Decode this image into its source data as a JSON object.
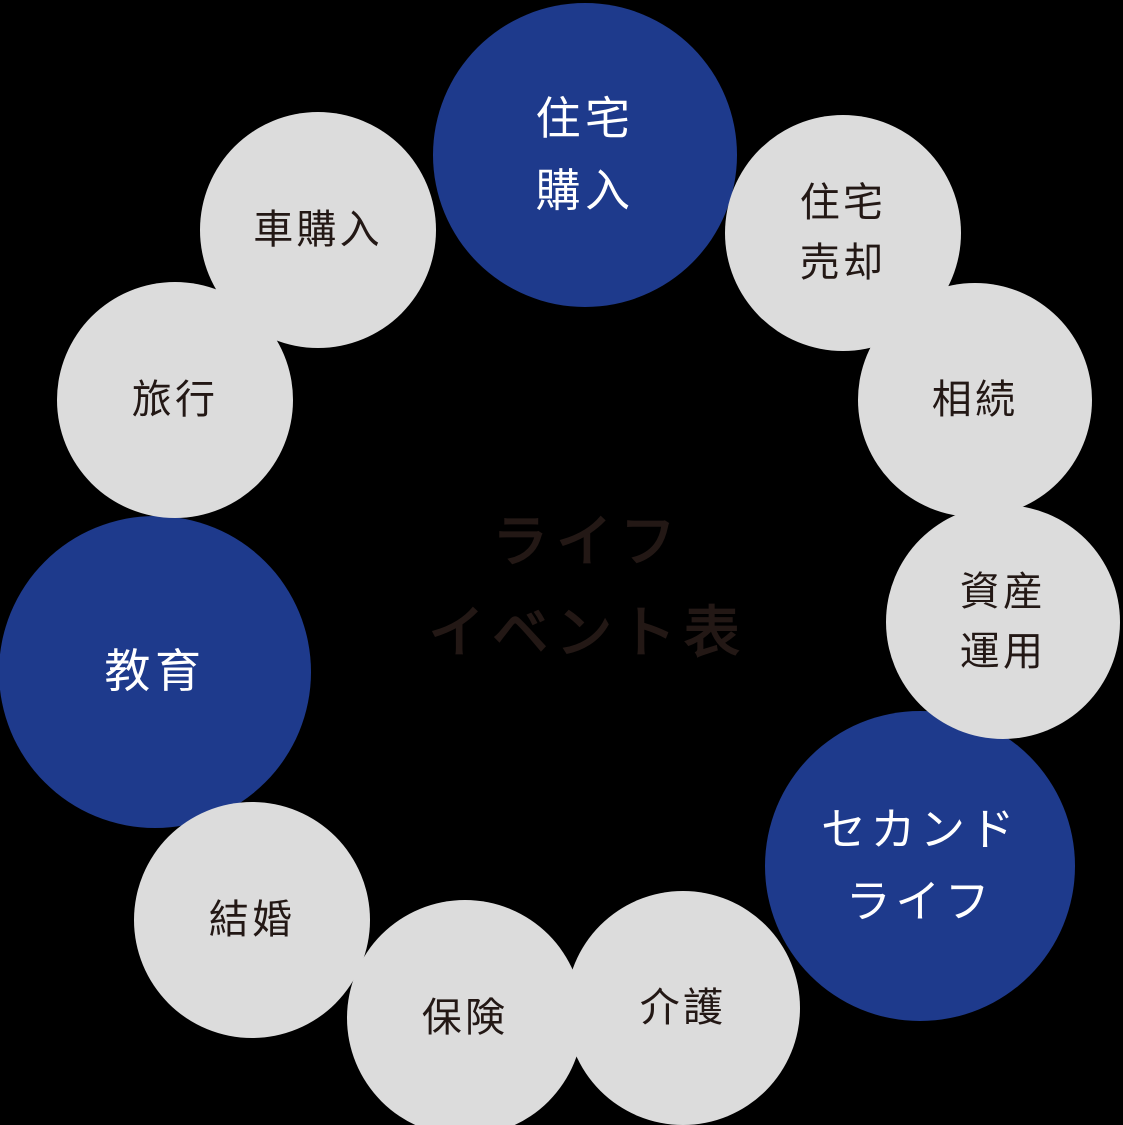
{
  "diagram": {
    "title": {
      "line1": "ライフ",
      "line2": "イベント表"
    },
    "colors": {
      "accent_blue": "#1e3a8c",
      "circle_gray": "#dcdcdc",
      "label_dark": "#231815",
      "label_light": "#ffffff",
      "background": "#000000"
    },
    "circles": [
      {
        "id": "housing-purchase",
        "label": "住宅\n購入",
        "emphasized": true
      },
      {
        "id": "housing-sale",
        "label": "住宅\n売却",
        "emphasized": false
      },
      {
        "id": "inheritance",
        "label": "相続",
        "emphasized": false
      },
      {
        "id": "asset-management",
        "label": "資産\n運用",
        "emphasized": false
      },
      {
        "id": "second-life",
        "label": "セカンド\nライフ",
        "emphasized": true
      },
      {
        "id": "nursing-care",
        "label": "介護",
        "emphasized": false
      },
      {
        "id": "insurance",
        "label": "保険",
        "emphasized": false
      },
      {
        "id": "marriage",
        "label": "結婚",
        "emphasized": false
      },
      {
        "id": "education",
        "label": "教育",
        "emphasized": true
      },
      {
        "id": "travel",
        "label": "旅行",
        "emphasized": false
      },
      {
        "id": "car-purchase",
        "label": "車購入",
        "emphasized": false
      }
    ]
  }
}
